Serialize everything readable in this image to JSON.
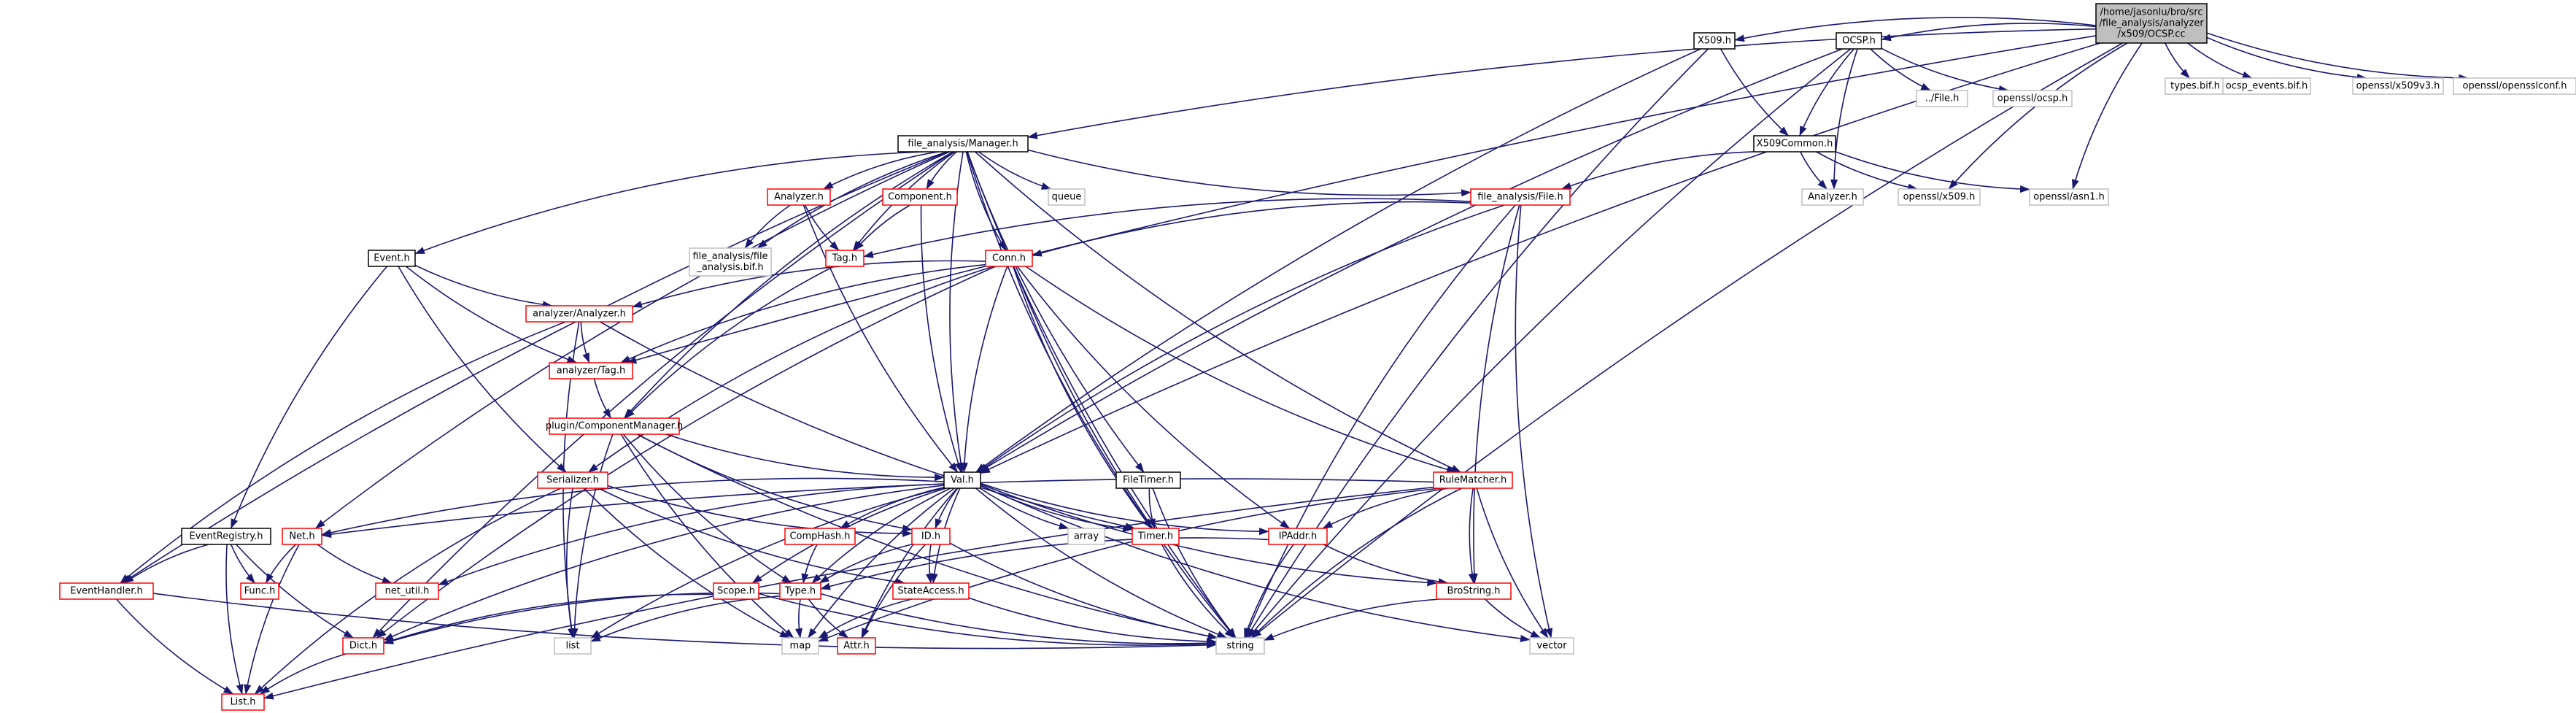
{
  "colors": {
    "edge": "#191970",
    "root_fill": "#bfbfbf",
    "normal_border": "#000000",
    "link_border": "#ff0000",
    "external_border": "#bfbfbf",
    "node_fill": "#ffffff"
  },
  "nodes": [
    {
      "id": "root",
      "lines": [
        "/home/jasonlu/bro/src",
        "/file_analysis/analyzer",
        "/x509/OCSP.cc"
      ],
      "style": "root"
    },
    {
      "id": "x509",
      "lines": [
        "X509.h"
      ],
      "style": "normal"
    },
    {
      "id": "ocsp",
      "lines": [
        "OCSP.h"
      ],
      "style": "normal"
    },
    {
      "id": "typesbif",
      "lines": [
        "types.bif.h"
      ],
      "style": "external"
    },
    {
      "id": "ocspevents",
      "lines": [
        "ocsp_events.bif.h"
      ],
      "style": "external"
    },
    {
      "id": "x509v3",
      "lines": [
        "openssl/x509v3.h"
      ],
      "style": "external"
    },
    {
      "id": "opensslconf",
      "lines": [
        "openssl/opensslconf.h"
      ],
      "style": "external"
    },
    {
      "id": "fileh_rel",
      "lines": [
        "../File.h"
      ],
      "style": "external"
    },
    {
      "id": "opensslocsp",
      "lines": [
        "openssl/ocsp.h"
      ],
      "style": "external"
    },
    {
      "id": "manager",
      "lines": [
        "file_analysis/Manager.h"
      ],
      "style": "normal"
    },
    {
      "id": "x509common",
      "lines": [
        "X509Common.h"
      ],
      "style": "normal"
    },
    {
      "id": "analyzerh_ext",
      "lines": [
        "Analyzer.h"
      ],
      "style": "external"
    },
    {
      "id": "opensslx509",
      "lines": [
        "openssl/x509.h"
      ],
      "style": "external"
    },
    {
      "id": "opensslasn1",
      "lines": [
        "openssl/asn1.h"
      ],
      "style": "external"
    },
    {
      "id": "queue",
      "lines": [
        "queue"
      ],
      "style": "external"
    },
    {
      "id": "analyzer",
      "lines": [
        "Analyzer.h"
      ],
      "style": "link"
    },
    {
      "id": "component",
      "lines": [
        "Component.h"
      ],
      "style": "link"
    },
    {
      "id": "fafile",
      "lines": [
        "file_analysis/File.h"
      ],
      "style": "link"
    },
    {
      "id": "fabif",
      "lines": [
        "file_analysis/file",
        "_analysis.bif.h"
      ],
      "style": "external"
    },
    {
      "id": "tag",
      "lines": [
        "Tag.h"
      ],
      "style": "link"
    },
    {
      "id": "event",
      "lines": [
        "Event.h"
      ],
      "style": "normal"
    },
    {
      "id": "conn",
      "lines": [
        "Conn.h"
      ],
      "style": "link"
    },
    {
      "id": "aanalyzer",
      "lines": [
        "analyzer/Analyzer.h"
      ],
      "style": "link"
    },
    {
      "id": "atag",
      "lines": [
        "analyzer/Tag.h"
      ],
      "style": "link"
    },
    {
      "id": "plugin",
      "lines": [
        "plugin/ComponentManager.h"
      ],
      "style": "link"
    },
    {
      "id": "serializer",
      "lines": [
        "Serializer.h"
      ],
      "style": "link"
    },
    {
      "id": "val",
      "lines": [
        "Val.h"
      ],
      "style": "normal"
    },
    {
      "id": "filetimer",
      "lines": [
        "FileTimer.h"
      ],
      "style": "normal"
    },
    {
      "id": "rulematcher",
      "lines": [
        "RuleMatcher.h"
      ],
      "style": "link"
    },
    {
      "id": "eventregistry",
      "lines": [
        "EventRegistry.h"
      ],
      "style": "normal"
    },
    {
      "id": "net",
      "lines": [
        "Net.h"
      ],
      "style": "link"
    },
    {
      "id": "comphash",
      "lines": [
        "CompHash.h"
      ],
      "style": "link"
    },
    {
      "id": "idh",
      "lines": [
        "ID.h"
      ],
      "style": "link"
    },
    {
      "id": "array",
      "lines": [
        "array"
      ],
      "style": "external"
    },
    {
      "id": "timer",
      "lines": [
        "Timer.h"
      ],
      "style": "link"
    },
    {
      "id": "ipaddr",
      "lines": [
        "IPAddr.h"
      ],
      "style": "link"
    },
    {
      "id": "eventhandler",
      "lines": [
        "EventHandler.h"
      ],
      "style": "link"
    },
    {
      "id": "func",
      "lines": [
        "Func.h"
      ],
      "style": "link"
    },
    {
      "id": "netutil",
      "lines": [
        "net_util.h"
      ],
      "style": "link"
    },
    {
      "id": "typeh",
      "lines": [
        "Type.h"
      ],
      "style": "link"
    },
    {
      "id": "stateaccess",
      "lines": [
        "StateAccess.h"
      ],
      "style": "link"
    },
    {
      "id": "scope",
      "lines": [
        "Scope.h"
      ],
      "style": "link"
    },
    {
      "id": "brostring",
      "lines": [
        "BroString.h"
      ],
      "style": "link"
    },
    {
      "id": "dict",
      "lines": [
        "Dict.h"
      ],
      "style": "link"
    },
    {
      "id": "list",
      "lines": [
        "list"
      ],
      "style": "external"
    },
    {
      "id": "map",
      "lines": [
        "map"
      ],
      "style": "external"
    },
    {
      "id": "attr",
      "lines": [
        "Attr.h"
      ],
      "style": "link"
    },
    {
      "id": "string",
      "lines": [
        "string"
      ],
      "style": "external"
    },
    {
      "id": "vector",
      "lines": [
        "vector"
      ],
      "style": "external"
    },
    {
      "id": "listh",
      "lines": [
        "List.h"
      ],
      "style": "link"
    }
  ],
  "edges": [
    [
      "root",
      "x509"
    ],
    [
      "root",
      "ocsp"
    ],
    [
      "root",
      "manager"
    ],
    [
      "root",
      "typesbif"
    ],
    [
      "root",
      "ocspevents"
    ],
    [
      "root",
      "x509v3"
    ],
    [
      "root",
      "opensslconf"
    ],
    [
      "root",
      "opensslx509"
    ],
    [
      "root",
      "opensslasn1"
    ],
    [
      "root",
      "string"
    ],
    [
      "root",
      "atag"
    ],
    [
      "root",
      "val"
    ],
    [
      "x509",
      "x509common"
    ],
    [
      "x509",
      "val"
    ],
    [
      "x509",
      "string"
    ],
    [
      "ocsp",
      "fileh_rel"
    ],
    [
      "ocsp",
      "opensslocsp"
    ],
    [
      "ocsp",
      "x509common"
    ],
    [
      "ocsp",
      "analyzerh_ext"
    ],
    [
      "ocsp",
      "val"
    ],
    [
      "ocsp",
      "string"
    ],
    [
      "x509common",
      "fafile"
    ],
    [
      "x509common",
      "analyzerh_ext"
    ],
    [
      "x509common",
      "opensslx509"
    ],
    [
      "x509common",
      "opensslasn1"
    ],
    [
      "manager",
      "queue"
    ],
    [
      "manager",
      "analyzer"
    ],
    [
      "manager",
      "component"
    ],
    [
      "manager",
      "fafile"
    ],
    [
      "manager",
      "fabif"
    ],
    [
      "manager",
      "tag"
    ],
    [
      "manager",
      "event"
    ],
    [
      "manager",
      "conn"
    ],
    [
      "manager",
      "plugin"
    ],
    [
      "manager",
      "val"
    ],
    [
      "manager",
      "filetimer"
    ],
    [
      "manager",
      "rulematcher"
    ],
    [
      "manager",
      "net"
    ],
    [
      "manager",
      "eventhandler"
    ],
    [
      "manager",
      "dict"
    ],
    [
      "manager",
      "string"
    ],
    [
      "manager",
      "timer"
    ],
    [
      "analyzer",
      "tag"
    ],
    [
      "analyzer",
      "fabif"
    ],
    [
      "analyzer",
      "val"
    ],
    [
      "component",
      "tag"
    ],
    [
      "component",
      "val"
    ],
    [
      "fafile",
      "tag"
    ],
    [
      "fafile",
      "conn"
    ],
    [
      "fafile",
      "val"
    ],
    [
      "fafile",
      "brostring"
    ],
    [
      "fafile",
      "string"
    ],
    [
      "fafile",
      "vector"
    ],
    [
      "tag",
      "plugin"
    ],
    [
      "event",
      "aanalyzer"
    ],
    [
      "event",
      "atag"
    ],
    [
      "event",
      "serializer"
    ],
    [
      "event",
      "eventregistry"
    ],
    [
      "conn",
      "aanalyzer"
    ],
    [
      "conn",
      "atag"
    ],
    [
      "conn",
      "serializer"
    ],
    [
      "conn",
      "val"
    ],
    [
      "conn",
      "rulematcher"
    ],
    [
      "conn",
      "ipaddr"
    ],
    [
      "conn",
      "timer"
    ],
    [
      "conn",
      "dict"
    ],
    [
      "conn",
      "string"
    ],
    [
      "aanalyzer",
      "atag"
    ],
    [
      "aanalyzer",
      "timer"
    ],
    [
      "aanalyzer",
      "eventhandler"
    ],
    [
      "aanalyzer",
      "list"
    ],
    [
      "atag",
      "plugin"
    ],
    [
      "plugin",
      "val"
    ],
    [
      "plugin",
      "list"
    ],
    [
      "plugin",
      "map"
    ],
    [
      "plugin",
      "typeh"
    ],
    [
      "plugin",
      "idh"
    ],
    [
      "plugin",
      "string"
    ],
    [
      "serializer",
      "idh"
    ],
    [
      "serializer",
      "stateaccess"
    ],
    [
      "serializer",
      "list"
    ],
    [
      "serializer",
      "map"
    ],
    [
      "serializer",
      "listh"
    ],
    [
      "val",
      "net"
    ],
    [
      "val",
      "comphash"
    ],
    [
      "val",
      "idh"
    ],
    [
      "val",
      "array"
    ],
    [
      "val",
      "timer"
    ],
    [
      "val",
      "ipaddr"
    ],
    [
      "val",
      "netutil"
    ],
    [
      "val",
      "typeh"
    ],
    [
      "val",
      "stateaccess"
    ],
    [
      "val",
      "scope"
    ],
    [
      "val",
      "attr"
    ],
    [
      "val",
      "brostring"
    ],
    [
      "val",
      "list"
    ],
    [
      "val",
      "map"
    ],
    [
      "val",
      "string"
    ],
    [
      "val",
      "vector"
    ],
    [
      "val",
      "dict"
    ],
    [
      "filetimer",
      "timer"
    ],
    [
      "filetimer",
      "string"
    ],
    [
      "rulematcher",
      "ipaddr"
    ],
    [
      "rulematcher",
      "brostring"
    ],
    [
      "rulematcher",
      "string"
    ],
    [
      "rulematcher",
      "vector"
    ],
    [
      "rulematcher",
      "net"
    ],
    [
      "rulematcher",
      "map"
    ],
    [
      "rulematcher",
      "listh"
    ],
    [
      "eventregistry",
      "eventhandler"
    ],
    [
      "eventregistry",
      "func"
    ],
    [
      "eventregistry",
      "listh"
    ],
    [
      "eventregistry",
      "dict"
    ],
    [
      "net",
      "func"
    ],
    [
      "net",
      "netutil"
    ],
    [
      "net",
      "listh"
    ],
    [
      "comphash",
      "typeh"
    ],
    [
      "idh",
      "typeh"
    ],
    [
      "idh",
      "stateaccess"
    ],
    [
      "idh",
      "attr"
    ],
    [
      "idh",
      "string"
    ],
    [
      "timer",
      "string"
    ],
    [
      "ipaddr",
      "typeh"
    ],
    [
      "ipaddr",
      "brostring"
    ],
    [
      "ipaddr",
      "string"
    ],
    [
      "eventhandler",
      "listh"
    ],
    [
      "eventhandler",
      "string"
    ],
    [
      "typeh",
      "list"
    ],
    [
      "typeh",
      "map"
    ],
    [
      "typeh",
      "attr"
    ],
    [
      "typeh",
      "dict"
    ],
    [
      "typeh",
      "string"
    ],
    [
      "stateaccess",
      "map"
    ],
    [
      "stateaccess",
      "string"
    ],
    [
      "scope",
      "dict"
    ],
    [
      "scope",
      "string"
    ],
    [
      "brostring",
      "string"
    ],
    [
      "brostring",
      "vector"
    ],
    [
      "dict",
      "listh"
    ]
  ]
}
